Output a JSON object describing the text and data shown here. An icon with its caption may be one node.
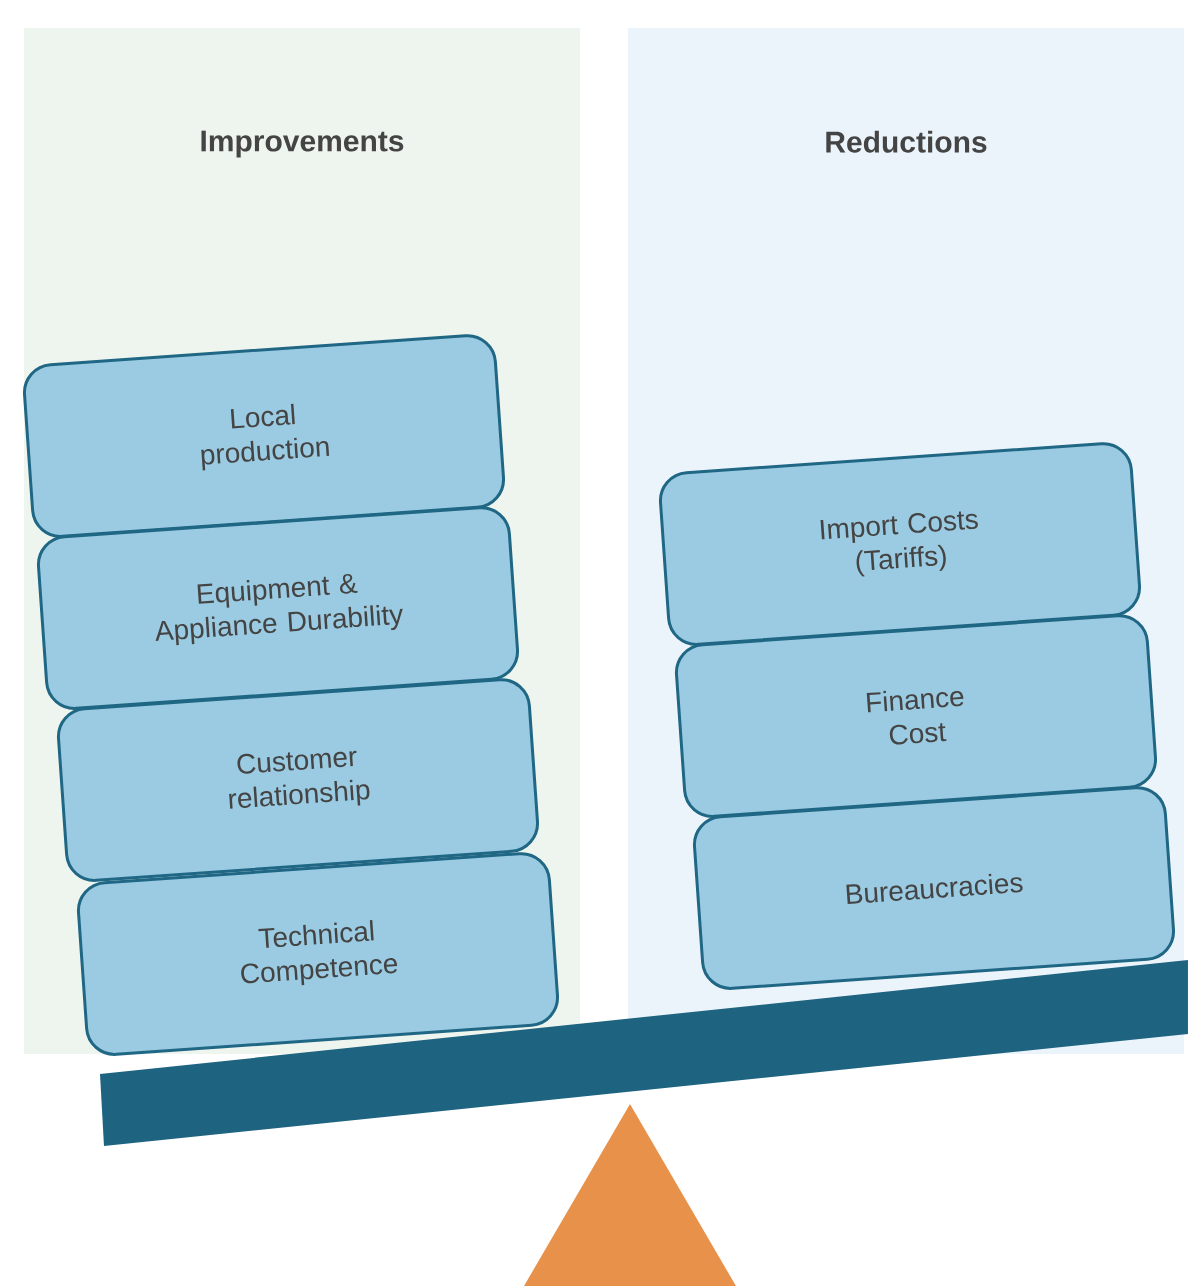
{
  "diagram": {
    "nodes": [
      {
        "text": [
          "Improvements"
        ]
      },
      {
        "text": [
          "Local production"
        ],
        "in": 0
      },
      {
        "text": [
          "Equipment & Appliance Durability"
        ],
        "in": 0
      },
      {
        "text": [
          "Customer relationship"
        ],
        "in": 0
      },
      {
        "text": [
          "Technical Competence"
        ],
        "in": 0
      },
      {
        "text": [
          "Reductions"
        ]
      },
      {
        "text": [
          "Import Costs (Tariffs)"
        ],
        "in": 5
      },
      {
        "text": [
          "Finance Cost"
        ],
        "in": 5
      },
      {
        "text": [
          "Bureaucracies"
        ],
        "in": 5
      }
    ]
  }
}
